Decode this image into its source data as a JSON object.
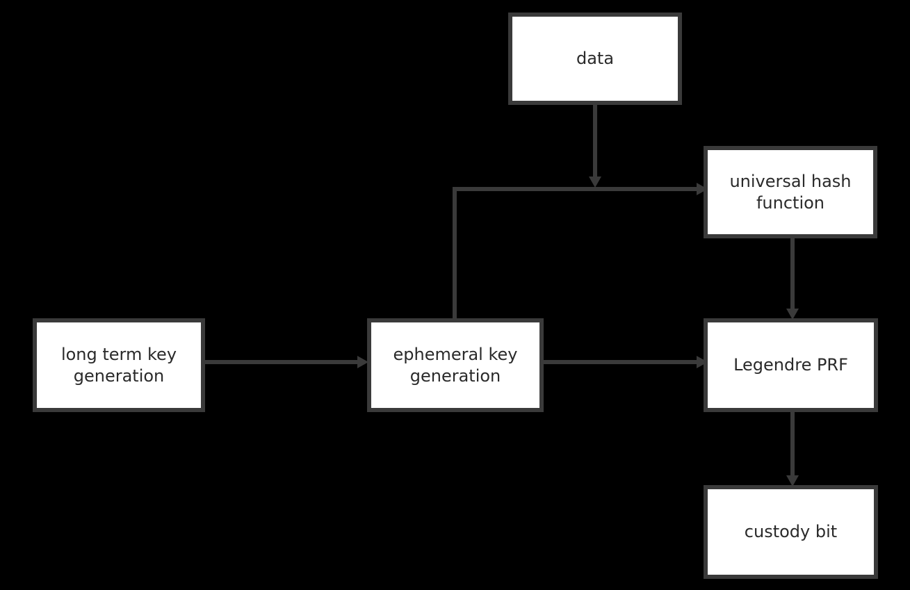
{
  "colors": {
    "background": "#000000",
    "node_fill": "#ffffff",
    "node_border": "#3a3a3a",
    "wire": "#3a3a3a",
    "node_text": "#2a2a2a",
    "label_text": "#2e2e2e"
  },
  "nodes": {
    "data": "data",
    "universal_hash": "universal hash function",
    "long_term_key": "long term key generation",
    "ephemeral_key": "ephemeral key generation",
    "legendre_prf": "Legendre PRF",
    "custody_bit": "custody bit"
  },
  "labels": {
    "edge_long_to_ephemeral": "",
    "edge_ephemeral_to_hash": "",
    "edge_ephemeral_to_prf": "",
    "under_long_term": "",
    "under_ephemeral": ""
  }
}
